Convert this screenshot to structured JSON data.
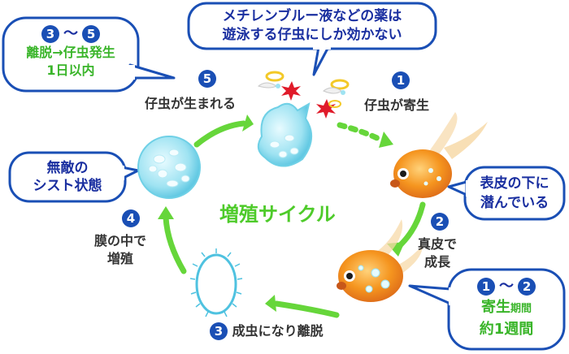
{
  "center_title": "増殖サイクル",
  "steps": {
    "s1": {
      "badge": "1",
      "label": "仔虫が寄生"
    },
    "s2": {
      "badge": "2",
      "label_line1": "真皮で",
      "label_line2": "成長"
    },
    "s3": {
      "badge": "3",
      "label": "成虫になり離脱"
    },
    "s4": {
      "badge": "4",
      "label_line1": "膜の中で",
      "label_line2": "増殖"
    },
    "s5": {
      "badge": "5",
      "label": "仔虫が生まれる"
    }
  },
  "callouts": {
    "medicine": {
      "line1": "メチレンブルー液などの薬は",
      "line2": "遊泳する仔虫にしか効かない"
    },
    "hatch": {
      "badge_a": "3",
      "tilde": "〜",
      "badge_b": "5",
      "line1": "離脱→仔虫発生",
      "line2": "1日以内"
    },
    "cyst": {
      "line1": "無敵の",
      "line2": "シスト状態"
    },
    "skin": {
      "line1": "表皮の下に",
      "line2": "潜んでいる"
    },
    "period": {
      "badge_a": "1",
      "tilde": "〜",
      "badge_b": "2",
      "line1_main": "寄生",
      "line1_small": "期間",
      "line2": "約1週間"
    }
  },
  "colors": {
    "callout_border": "#1a4fb5",
    "arrow_green": "#66d63a",
    "badge_blue": "#1a4fb5",
    "cyst_fill": "#9fe3f2",
    "goldfish": "#f08a24"
  }
}
